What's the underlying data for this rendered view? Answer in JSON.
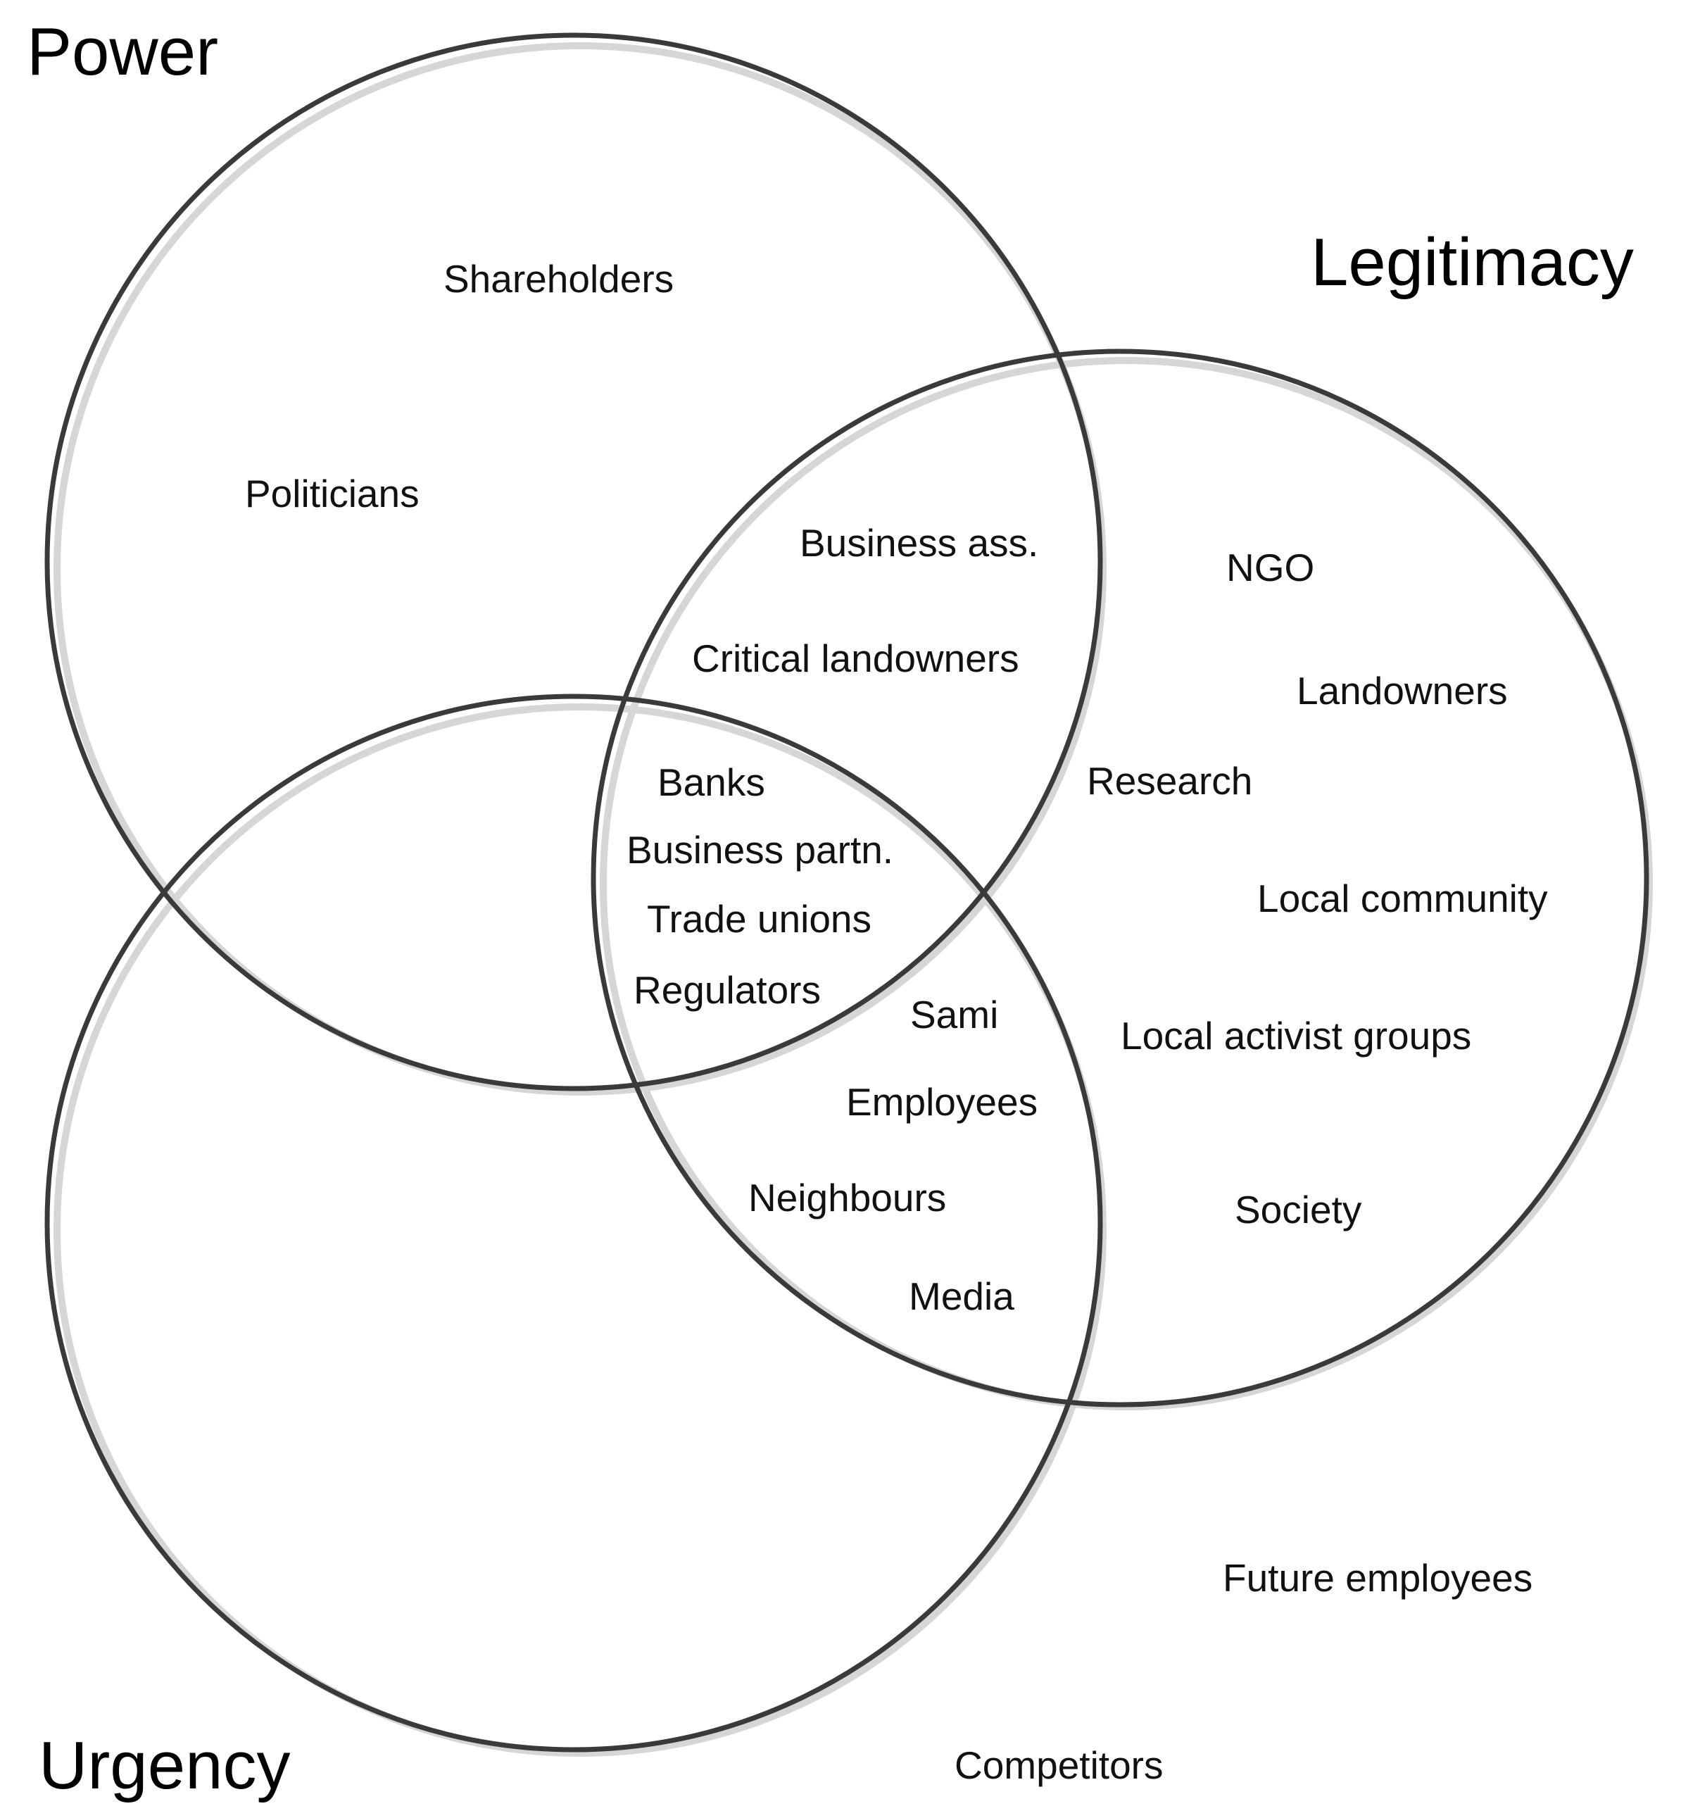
{
  "sets": {
    "power": "Power",
    "legitimacy": "Legitimacy",
    "urgency": "Urgency"
  },
  "items": {
    "power_only": [
      "Shareholders",
      "Politicians"
    ],
    "power_legitimacy": [
      "Business ass.",
      "Critical landowners"
    ],
    "all_three": [
      "Banks",
      "Business partn.",
      "Trade unions",
      "Regulators"
    ],
    "legitimacy_only": [
      "NGO",
      "Landowners",
      "Research",
      "Local community",
      "Local activist groups",
      "Society"
    ],
    "legitimacy_urgency": [
      "Sami",
      "Employees",
      "Neighbours",
      "Media"
    ],
    "outside": [
      "Future employees",
      "Competitors"
    ]
  },
  "colors": {
    "circle_stroke": "#3a3a3a",
    "circle_shadow": "#d6d6d6",
    "text": "#111111",
    "background": "#ffffff"
  }
}
